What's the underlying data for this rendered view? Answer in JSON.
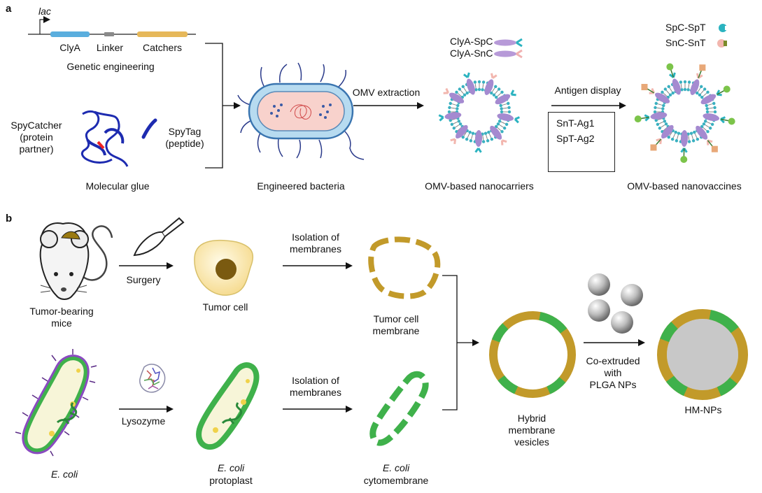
{
  "panel_a": {
    "letter": "a",
    "gene": {
      "promoter": "lac",
      "segments": [
        "ClyA",
        "Linker",
        "Catchers"
      ],
      "caption": "Genetic engineering"
    },
    "glue": {
      "catcher": "SpyCatcher\n(protein\npartner)",
      "tag": "SpyTag\n(peptide)",
      "caption": "Molecular glue"
    },
    "bacteria_caption": "Engineered bacteria",
    "step1": "OMV extraction",
    "carrier_legend": [
      "ClyA-SpC",
      "ClyA-SnC"
    ],
    "carrier_caption": "OMV-based nanocarriers",
    "step2": "Antigen display",
    "antigens": [
      "SnT-Ag1",
      "SpT-Ag2"
    ],
    "vaccine_legend": [
      "SpC-SpT",
      "SnC-SnT"
    ],
    "vaccine_caption": "OMV-based nanovaccines"
  },
  "panel_b": {
    "letter": "b",
    "mouse": "Tumor-bearing\nmice",
    "surgery": "Surgery",
    "tumor_cell": "Tumor cell",
    "isolation_top": "Isolation of\nmembranes",
    "tumor_membrane": "Tumor cell\nmembrane",
    "ecoli": "E. coli",
    "lysozyme": "Lysozyme",
    "protoplast": [
      "E. coli",
      "protoplast"
    ],
    "isolation_bottom": "Isolation of\nmembranes",
    "cytomembrane": [
      "E. coli",
      "cytomembrane"
    ],
    "hybrid": "Hybrid\nmembrane\nvesicles",
    "coextruded": "Co-extruded\nwith\nPLGA NPs",
    "final": "HM-NPs"
  },
  "colors": {
    "tumor_membrane": "#c29a2a",
    "ecoli_membrane": "#3fb14b",
    "clya": "#5aaede",
    "catcher": "#e6b85a",
    "protein": "#1d2bb0",
    "cell_fill": "#fbedb7",
    "nucleus": "#7a5a10",
    "purple": "#5a2a86",
    "lipid_purple": "#a58ad0"
  }
}
